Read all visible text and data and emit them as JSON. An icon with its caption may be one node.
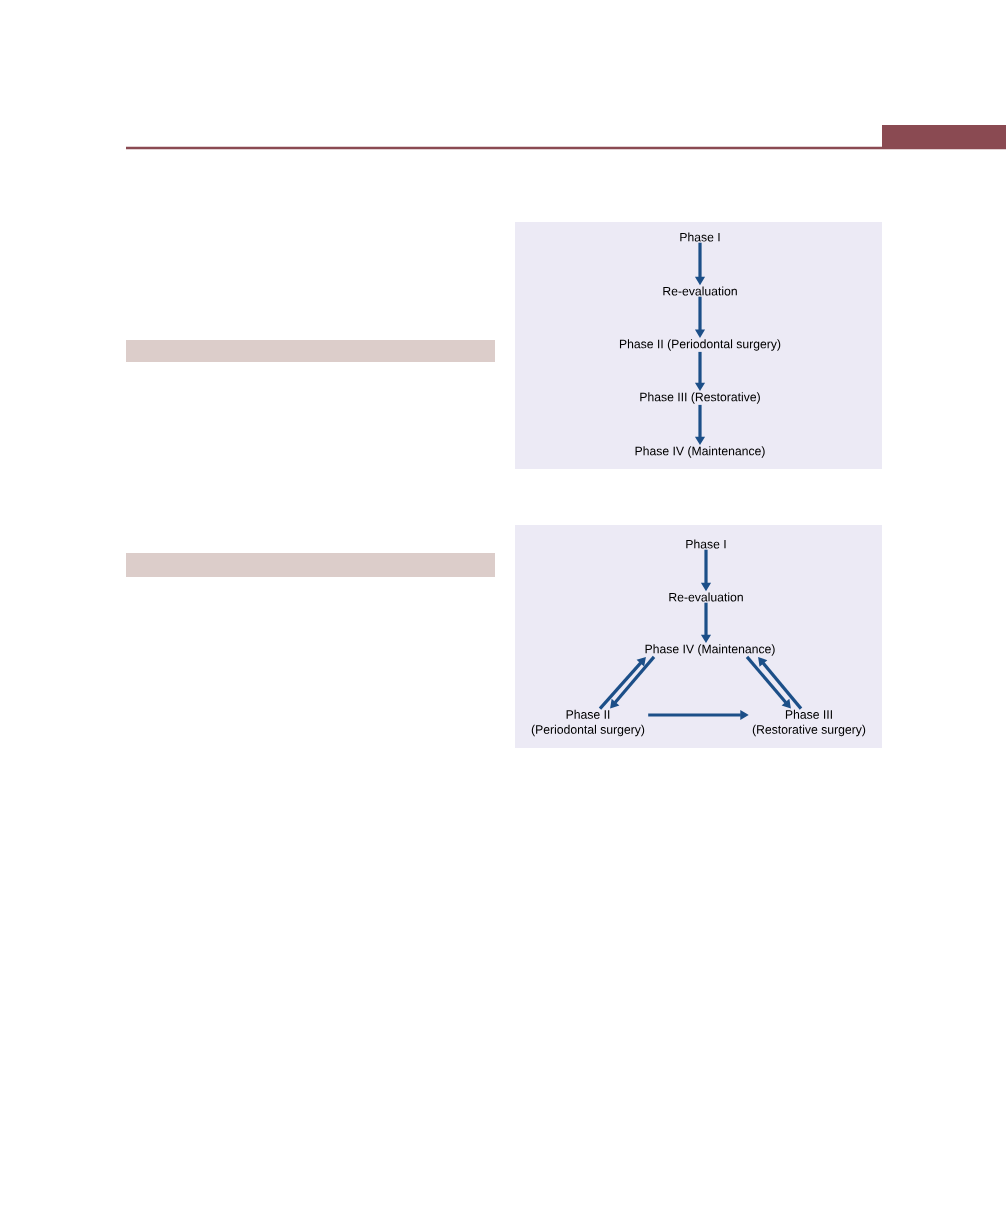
{
  "diagram": {
    "nodes": [
      {
        "text": [],
        "shape": "bar"
      },
      {
        "text": [],
        "shape": "bar"
      },
      {
        "text": [
          "Phase I"
        ]
      },
      {
        "text": [
          "Re-evaluation"
        ]
      },
      {
        "text": [
          "Phase II (Periodontal surgery)"
        ]
      },
      {
        "text": [
          "Phase III (Restorative)"
        ]
      },
      {
        "text": [
          "Phase IV (Maintenance)"
        ]
      },
      {
        "text": [
          "Phase I"
        ]
      },
      {
        "text": [
          "Re-evaluation"
        ]
      },
      {
        "text": [
          "Phase IV (Maintenance)"
        ]
      },
      {
        "text": [
          "Phase II (Periodontal surgery)"
        ]
      },
      {
        "text": [
          "Phase III (Restorative surgery)"
        ]
      }
    ],
    "edges": [
      {
        "from": 2,
        "to": 3,
        "arrow": "to"
      },
      {
        "from": 3,
        "to": 4,
        "arrow": "to"
      },
      {
        "from": 4,
        "to": 5,
        "arrow": "to"
      },
      {
        "from": 5,
        "to": 6,
        "arrow": "to"
      },
      {
        "from": 7,
        "to": 8,
        "arrow": "to"
      },
      {
        "from": 8,
        "to": 9,
        "arrow": "to"
      },
      {
        "from": 10,
        "to": 9,
        "arrow": "to"
      },
      {
        "from": 9,
        "to": 10,
        "arrow": "to"
      },
      {
        "from": 9,
        "to": 11,
        "arrow": "to"
      },
      {
        "from": 11,
        "to": 9,
        "arrow": "to"
      },
      {
        "from": 10,
        "to": 11,
        "arrow": "to"
      }
    ]
  }
}
